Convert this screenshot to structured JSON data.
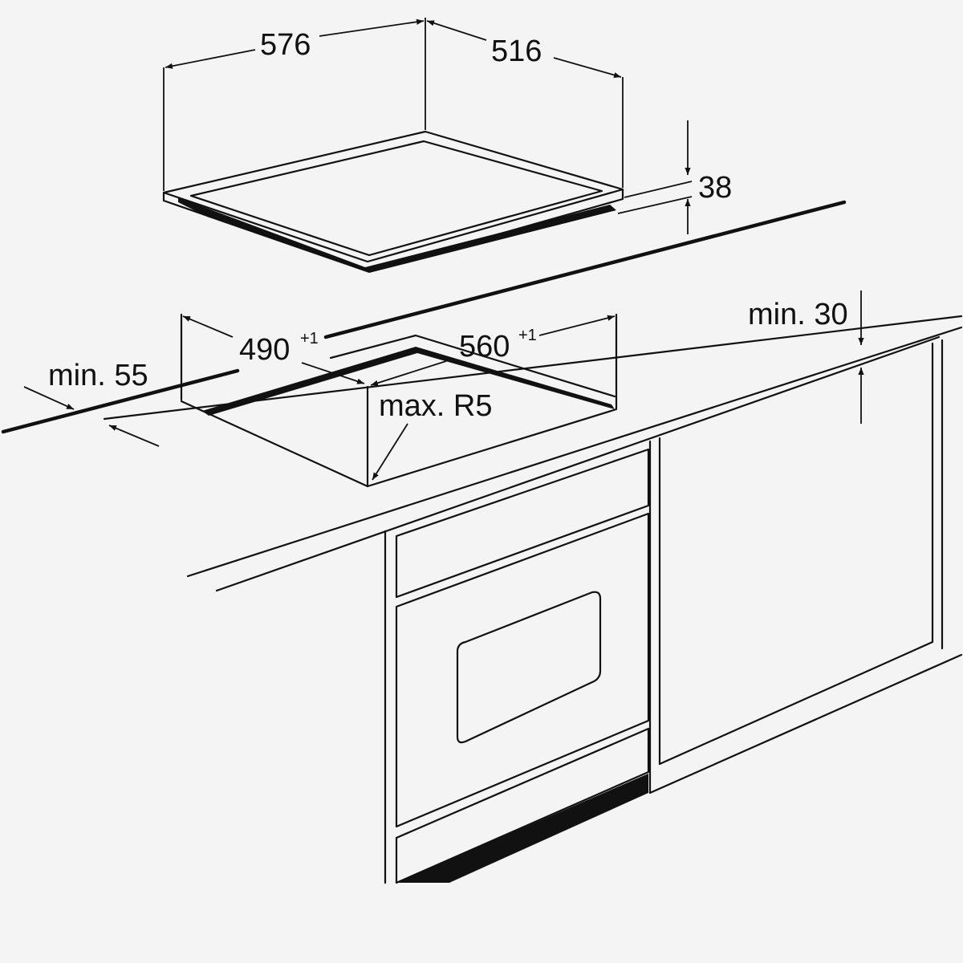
{
  "dimensions": {
    "hob_width": "576",
    "hob_depth": "516",
    "hob_height": "38",
    "cutout_depth": "490",
    "cutout_depth_tol": "+1",
    "cutout_width": "560",
    "cutout_width_tol": "+1",
    "min_front": "min. 55",
    "min_rear": "min. 30",
    "corner_radius": "max. R5"
  }
}
